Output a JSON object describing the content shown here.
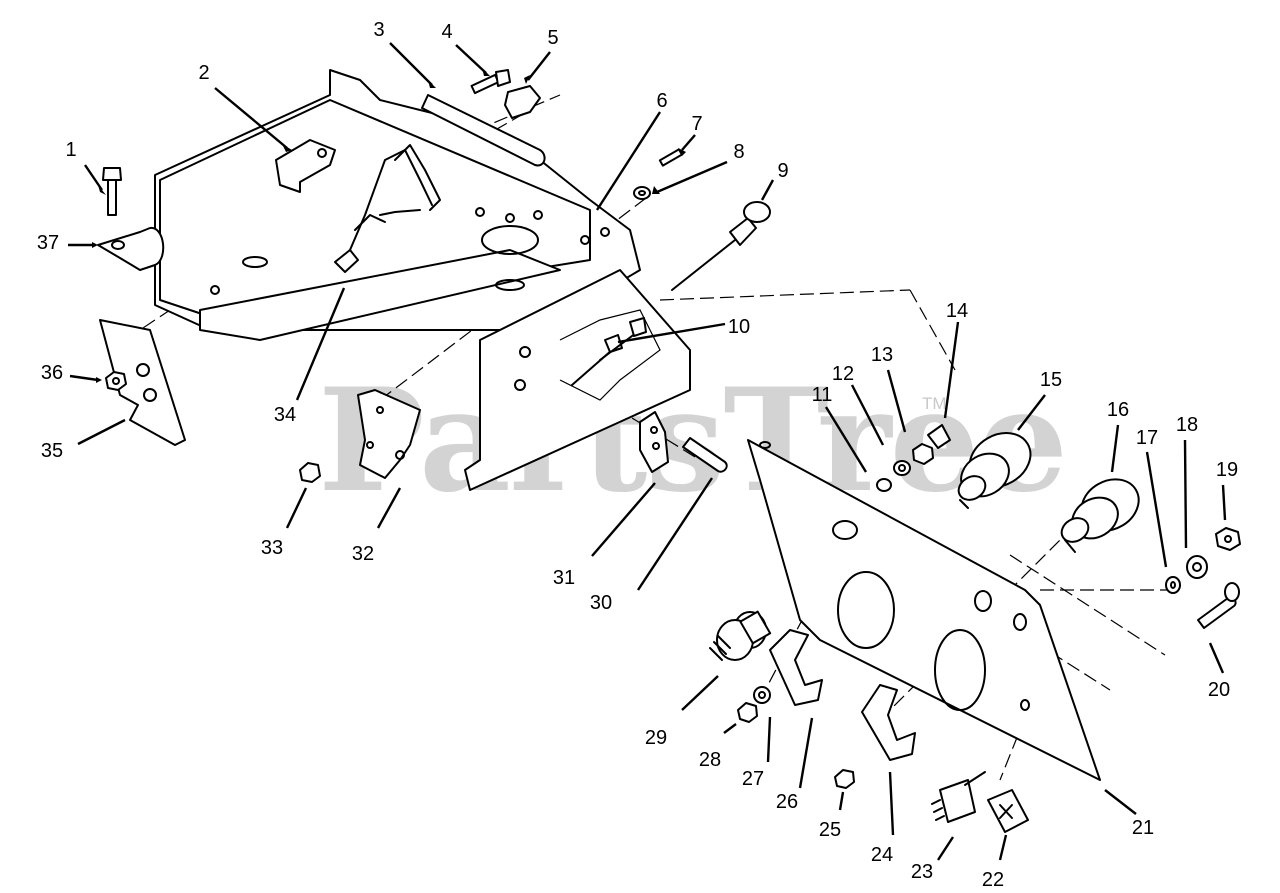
{
  "watermark": {
    "text": "PartsTree",
    "trademark": "TM"
  },
  "labels": [
    "1",
    "2",
    "3",
    "4",
    "5",
    "6",
    "7",
    "8",
    "9",
    "10",
    "11",
    "12",
    "13",
    "14",
    "15",
    "16",
    "17",
    "18",
    "19",
    "20",
    "21",
    "22",
    "23",
    "24",
    "25",
    "26",
    "27",
    "28",
    "29",
    "30",
    "31",
    "32",
    "33",
    "34",
    "35",
    "36",
    "37"
  ]
}
